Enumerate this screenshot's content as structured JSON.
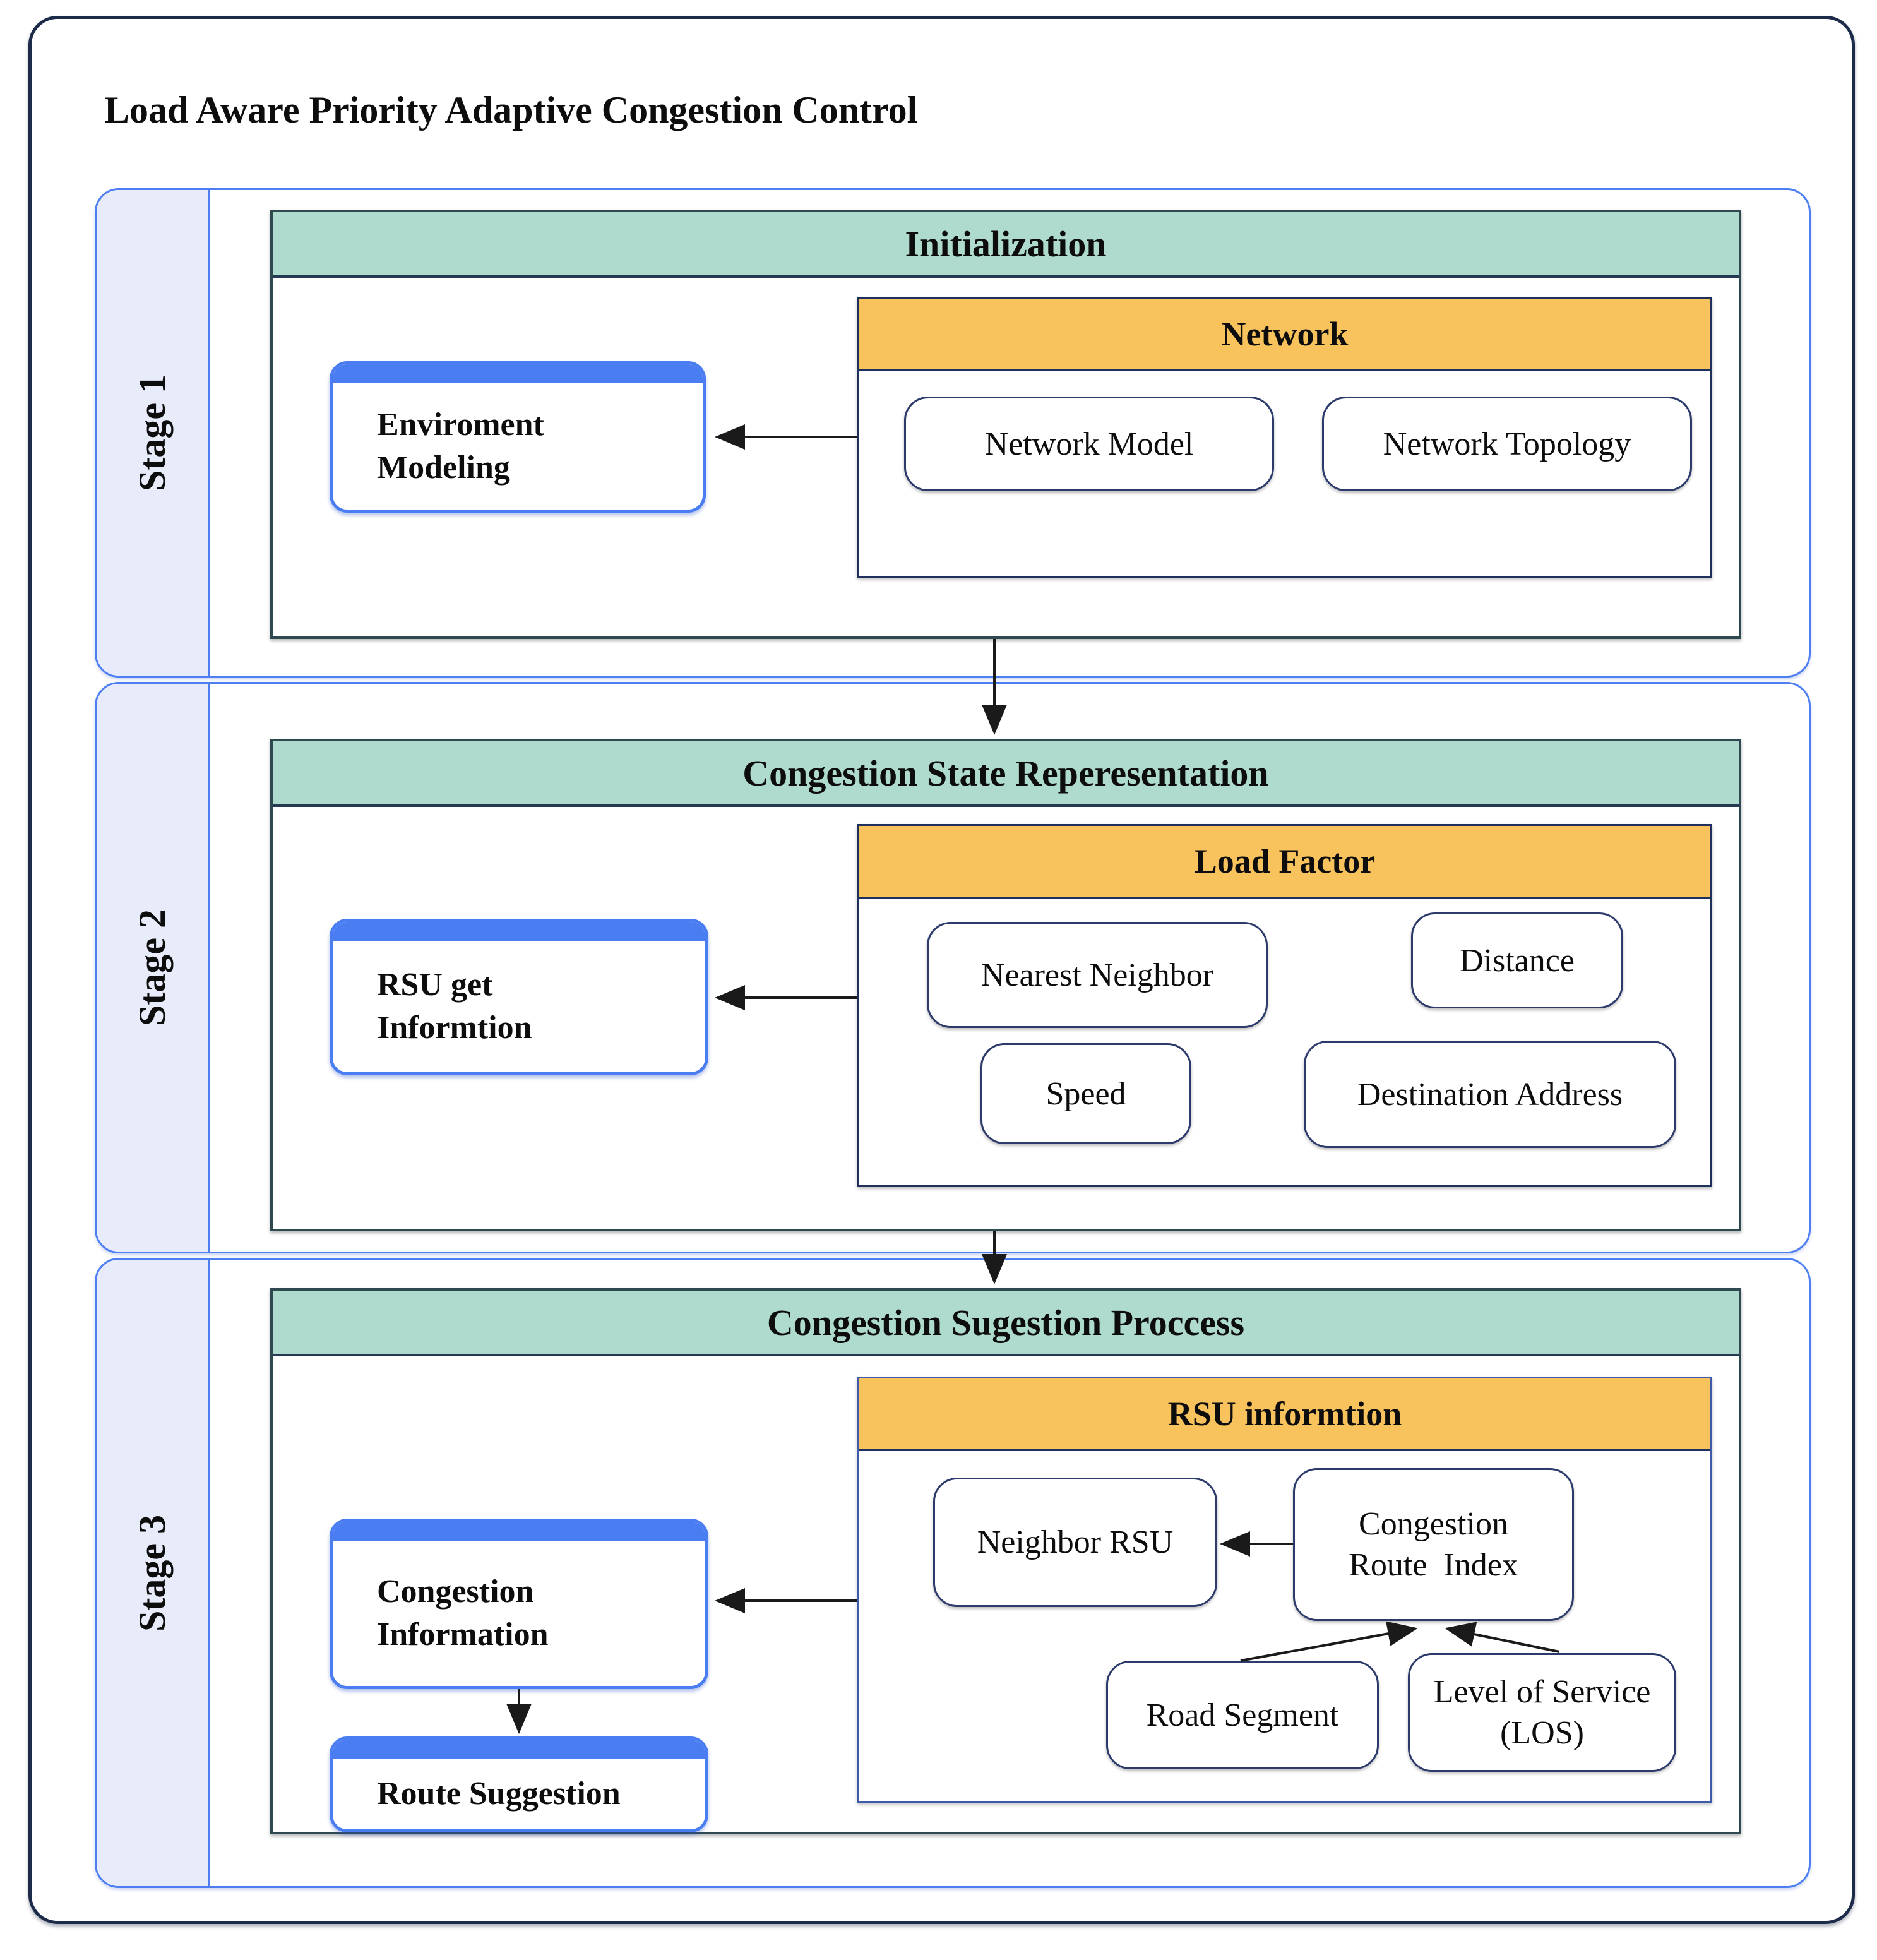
{
  "title": "Load Aware Priority Adaptive Congestion Control",
  "colors": {
    "outer_frame_border": "#1c2b4a",
    "stage_border": "#4d7ef2",
    "stage_label_fill": "#e8ebfa",
    "stage_header_fill": "#aedbce",
    "subpanel_header_fill": "#f8c25c",
    "process_box_accent": "#4a7cf2",
    "item_box_border": "#2c3b6b",
    "arrow": "#1a1a1a"
  },
  "stages": [
    {
      "label": "Stage 1",
      "header": "Initialization",
      "process": {
        "line1": "Enviroment",
        "line2": "Modeling"
      },
      "panel": {
        "header": "Network",
        "items": [
          {
            "label": "Network Model"
          },
          {
            "label": "Network Topology"
          }
        ]
      }
    },
    {
      "label": "Stage 2",
      "header": "Congestion State Reperesentation",
      "process": {
        "line1": "RSU get",
        "line2": "Informtion"
      },
      "panel": {
        "header": "Load Factor",
        "items": [
          {
            "label": "Nearest Neighbor"
          },
          {
            "label": "Distance"
          },
          {
            "label": "Speed"
          },
          {
            "label": "Destination Address"
          }
        ]
      }
    },
    {
      "label": "Stage 3",
      "header": "Congestion Sugestion Proccess",
      "process": {
        "line1": "Congestion",
        "line2": "Information"
      },
      "process2": {
        "line1": "Route Suggestion"
      },
      "panel": {
        "header": "RSU informtion",
        "items": [
          {
            "label": "Neighbor RSU"
          },
          {
            "line1": "Congestion",
            "line2": "Route  Index"
          },
          {
            "label": "Road Segment"
          },
          {
            "line1": "Level of Service",
            "line2": "(LOS)"
          }
        ]
      }
    }
  ]
}
